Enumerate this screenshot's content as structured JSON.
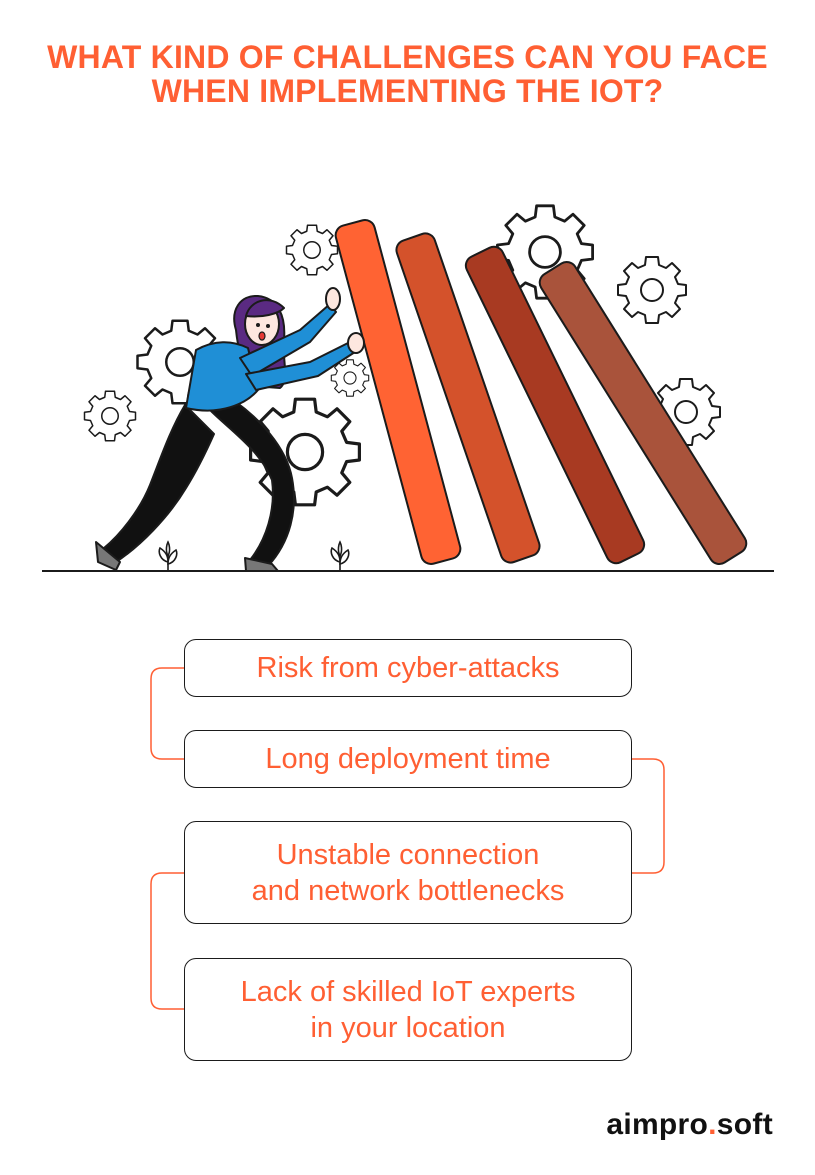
{
  "title": {
    "line1": "WHAT KIND OF CHALLENGES CAN YOU FACE",
    "line2": "WHEN IMPLEMENTING THE IOT?"
  },
  "challenges": [
    {
      "lines": [
        "Risk from cyber-attacks"
      ]
    },
    {
      "lines": [
        "Long deployment time"
      ]
    },
    {
      "lines": [
        "Unstable connection",
        "and network bottlenecks"
      ]
    },
    {
      "lines": [
        "Lack of skilled IoT experts",
        "in your location"
      ]
    }
  ],
  "brand": {
    "part1": "aimpro",
    "dot": ".",
    "part2": "soft"
  },
  "colors": {
    "accent": "#ff5f33",
    "domino1": "#ff6333",
    "domino2": "#d4522b",
    "domino3": "#a83a22",
    "domino4": "#a9533b",
    "shirt": "#1f8fd6",
    "hair": "#5a2a82"
  },
  "icons": [
    "gear-icon",
    "plant-icon"
  ]
}
